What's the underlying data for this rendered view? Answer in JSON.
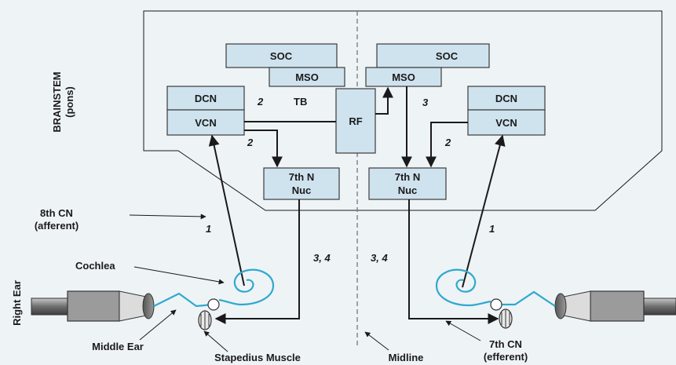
{
  "labels": {
    "brainstem": "BRAINSTEM",
    "pons": "(pons)",
    "right_ear": "Right Ear",
    "cochlea": "Cochlea",
    "middle_ear": "Middle Ear",
    "stapedius": "Stapedius Muscle",
    "midline": "Midline",
    "cn8_line1": "8th CN",
    "cn8_line2": "(afferent)",
    "cn7_line1": "7th CN",
    "cn7_line2": "(efferent)",
    "tb": "TB"
  },
  "boxes": {
    "soc_left": "SOC",
    "mso_left": "MSO",
    "soc_right": "SOC",
    "mso_right": "MSO",
    "dcn_left": "DCN",
    "vcn_left": "VCN",
    "dcn_right": "DCN",
    "vcn_right": "VCN",
    "rf": "RF",
    "nuc_left_1": "7th N",
    "nuc_left_2": "Nuc",
    "nuc_right_1": "7th N",
    "nuc_right_2": "Nuc"
  },
  "path_numbers": {
    "left_tb": "2",
    "left_vcn": "2",
    "right_mso": "3",
    "right_vcn": "2",
    "left_afferent": "1",
    "right_afferent": "1",
    "left_efferent": "3, 4",
    "right_efferent": "3, 4"
  },
  "colors": {
    "box_fill": "#cfe3ef",
    "nerve": "#2fa9cf",
    "background": "#eef3f6"
  }
}
